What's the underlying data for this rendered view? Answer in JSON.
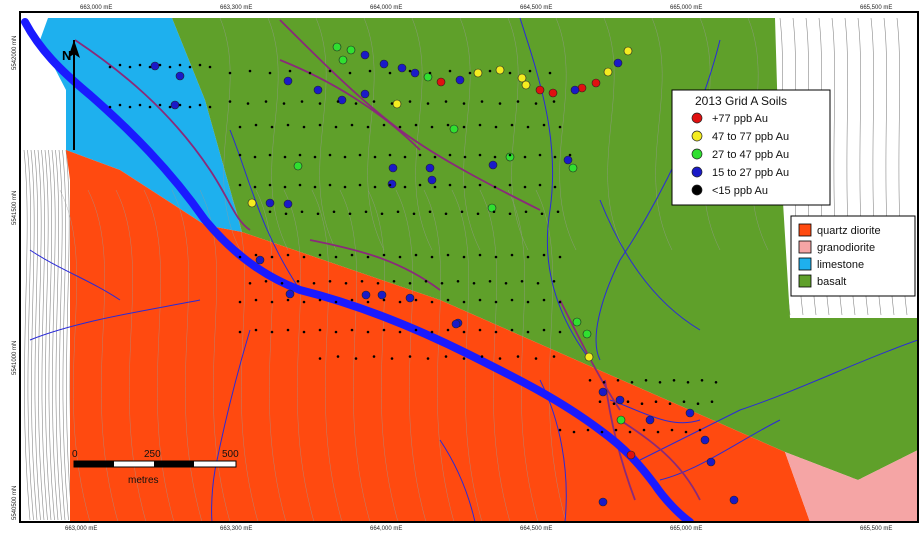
{
  "map": {
    "north_label": "N",
    "top_ticks": [
      "663,000 mE",
      "663,300 mE",
      "664,000 mE",
      "664,500 mE",
      "665,000 mE",
      "665,500 mE"
    ],
    "bottom_ticks": [
      "663,000 mE",
      "663,300 mE",
      "664,000 mE",
      "664,500 mE",
      "665,000 mE",
      "665,500 mE"
    ],
    "left_ticks": [
      "5542000 mN",
      "5541500 mN",
      "5541000 mN",
      "5540500 mN"
    ]
  },
  "soils_legend": {
    "title": "2013 Grid A Soils",
    "items": [
      {
        "label": "+77 ppb Au",
        "color": "#e01010"
      },
      {
        "label": "47 to 77 ppb Au",
        "color": "#f4ec20"
      },
      {
        "label": "27 to 47 ppb Au",
        "color": "#30e030"
      },
      {
        "label": "15 to 27 ppb Au",
        "color": "#1a1ac8"
      },
      {
        "label": "<15 ppb Au",
        "color": "#000000"
      }
    ]
  },
  "geology_legend": {
    "items": [
      {
        "label": "quartz diorite",
        "color": "#ff4a10"
      },
      {
        "label": "granodiorite",
        "color": "#f5a5a5"
      },
      {
        "label": "limestone",
        "color": "#1eb0ee"
      },
      {
        "label": "basalt",
        "color": "#5fa02a"
      }
    ]
  },
  "scale_bar": {
    "ticks": [
      "0",
      "250",
      "500"
    ],
    "unit": "metres"
  },
  "colors": {
    "creek": "#1a1aff",
    "road": "#8a2a7a",
    "contour": "#888888",
    "frame": "#000000"
  }
}
